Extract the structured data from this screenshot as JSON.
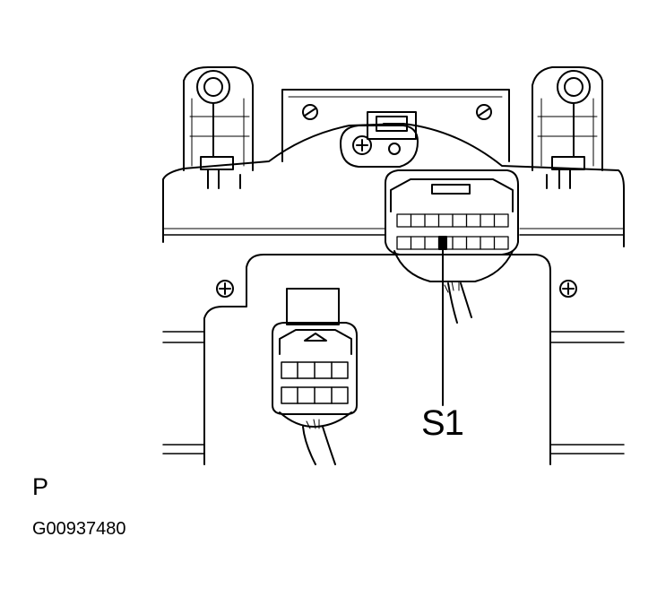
{
  "callouts": {
    "s1": "S1"
  },
  "view_label": "P",
  "figure_code": "G00937480"
}
